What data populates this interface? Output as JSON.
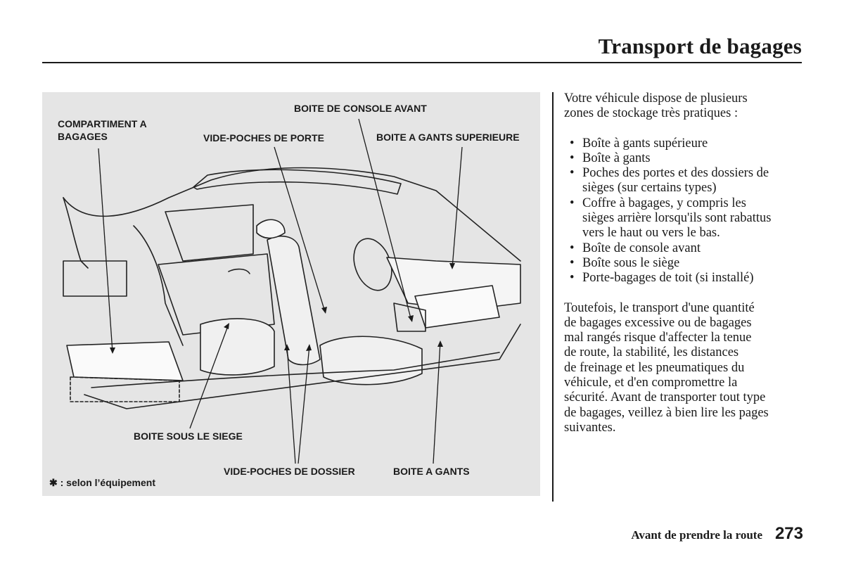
{
  "header": {
    "title": "Transport de bagages"
  },
  "figure": {
    "labels": {
      "luggage_compartment": [
        "COMPARTIMENT A",
        "BAGAGES"
      ],
      "door_pocket": "VIDE-POCHES DE PORTE",
      "front_console": "BOITE DE CONSOLE AVANT",
      "upper_glovebox": "BOITE A GANTS SUPERIEURE",
      "under_seat": "BOITE SOUS LE SIEGE",
      "seatback_pocket": "VIDE-POCHES DE DOSSIER",
      "glovebox": "BOITE A GANTS"
    },
    "footnote": {
      "symbol": "✱",
      "text": " : selon l’équipement"
    }
  },
  "body": {
    "intro": [
      "Votre véhicule dispose de plusieurs",
      "zones de stockage très pratiques :"
    ],
    "bullets": [
      [
        "Boîte à gants supérieure"
      ],
      [
        "Boîte à gants"
      ],
      [
        "Poches des portes et des dossiers de",
        "sièges (sur certains types)"
      ],
      [
        "Coffre à bagages, y compris les",
        "sièges arrière lorsqu'ils sont rabattus",
        "vers le haut ou vers le bas."
      ],
      [
        "Boîte de console avant"
      ],
      [
        "Boîte sous le siège"
      ],
      [
        "Porte-bagages de toit (si installé)"
      ]
    ],
    "paragraph": [
      "Toutefois, le transport d'une quantité",
      "de bagages excessive ou de bagages",
      "mal rangés risque d'affecter la tenue",
      "de route, la stabilité, les distances",
      "de freinage et les pneumatiques du",
      "véhicule, et d'en compromettre la",
      "sécurité. Avant de transporter tout type",
      "de bagages, veillez à bien lire les pages",
      "suivantes."
    ]
  },
  "footer": {
    "section": "Avant de prendre la route",
    "page": "273"
  }
}
